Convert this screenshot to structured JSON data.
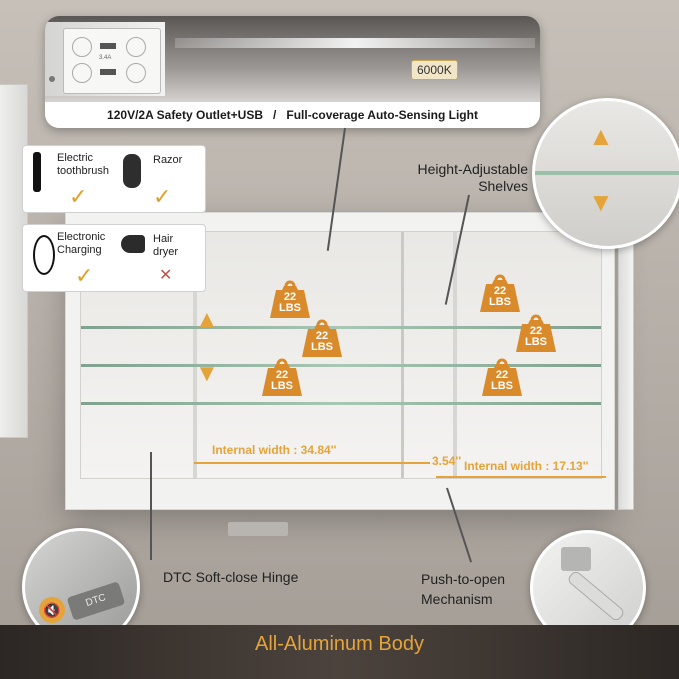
{
  "top_callout": {
    "outlet_spec": "3.4A",
    "color_temp": "6000K",
    "caption_outlet": "120V/2A Safety Outlet+USB",
    "caption_sep": "/",
    "caption_light": "Full-coverage Auto-Sensing Light"
  },
  "compat_box_1": {
    "item1": "Electric toothbrush",
    "item2": "Razor",
    "item1_ok": "✓",
    "item2_ok": "✓"
  },
  "compat_box_2": {
    "item1": "Electronic Charging",
    "item2": "Hair dryer",
    "item1_ok": "✓",
    "item2_no": "✕"
  },
  "shelves_label": "Height-Adjustable Shelves",
  "weights": [
    {
      "num": "22",
      "unit": "LBS"
    },
    {
      "num": "22",
      "unit": "LBS"
    },
    {
      "num": "22",
      "unit": "LBS"
    },
    {
      "num": "22",
      "unit": "LBS"
    },
    {
      "num": "22",
      "unit": "LBS"
    },
    {
      "num": "22",
      "unit": "LBS"
    }
  ],
  "dimensions": {
    "left_width": "Internal width : 34.84''",
    "gap": "3.54''",
    "right_width": "Internal width : 17.13''"
  },
  "hinge_label": "DTC Soft-close Hinge",
  "hinge_brand": "DTC",
  "push_label": "Push-to-open Mechanism",
  "footer_title": "All-Aluminum Body",
  "colors": {
    "accent": "#e4a43a",
    "weight_badge": "#d98a2b",
    "footer_bg": "#3a332e"
  }
}
